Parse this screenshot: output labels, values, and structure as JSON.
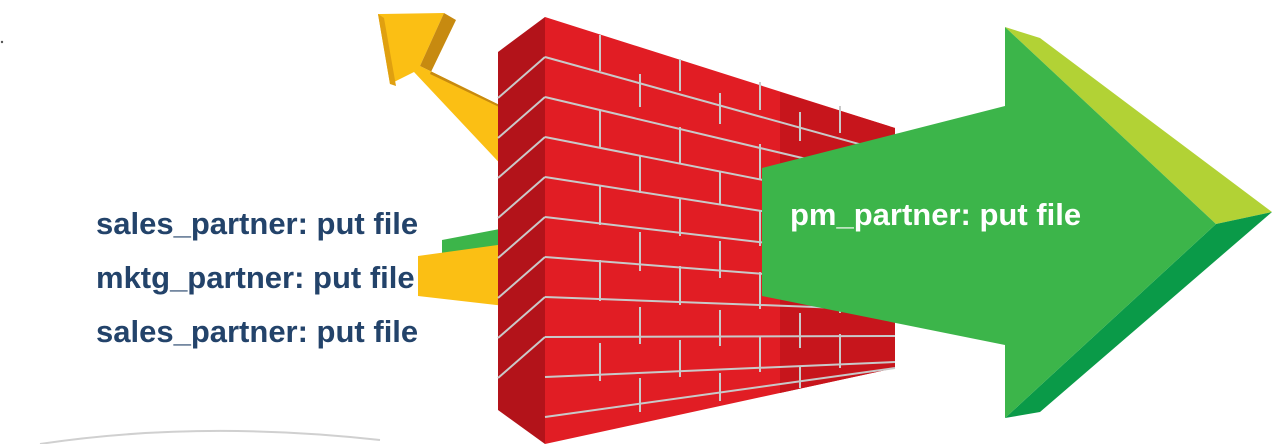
{
  "requests": [
    {
      "label": "sales_partner: put file"
    },
    {
      "label": "mktg_partner: put file"
    },
    {
      "label": "sales_partner: put file"
    }
  ],
  "allowed_request": {
    "label": "pm_partner: put file"
  },
  "colors": {
    "text_dark": "#23436a",
    "text_light": "#ffffff",
    "brick_front": "#e11d24",
    "brick_side": "#b3131a",
    "mortar": "#c9c9c9",
    "yellow_arrow": "#fbbf14",
    "yellow_arrow_shade": "#c78a10",
    "green_arrow": "#3cb54a",
    "green_arrow_top": "#b2d235",
    "green_arrow_dark": "#0a9a48"
  }
}
